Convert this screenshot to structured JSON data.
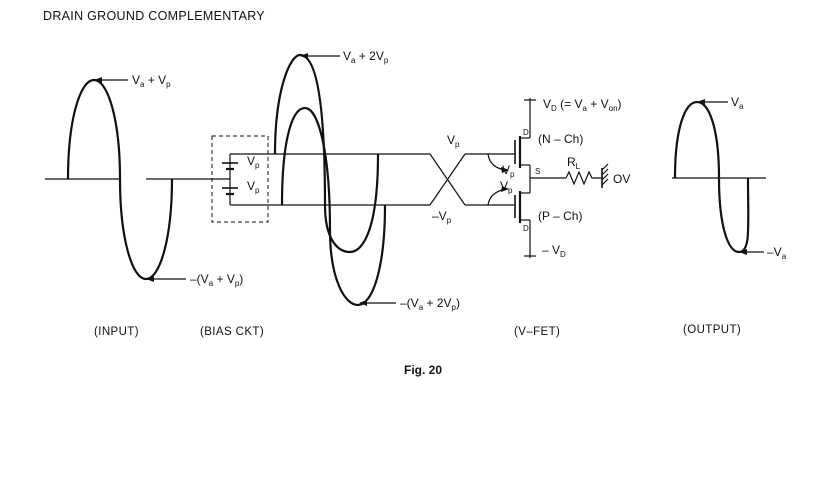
{
  "header": {
    "title": "DRAIN GROUND COMPLEMENTARY"
  },
  "caption": "Fig. 20",
  "sections": {
    "input": "(INPUT)",
    "bias": "(BIAS CKT)",
    "vfet": "(V–FET)",
    "output": "(OUTPUT)"
  },
  "labels": {
    "input_peak_pos": {
      "main": "V",
      "sub1": "a",
      "mid": " + V",
      "sub2": "p",
      "tail": ""
    },
    "input_peak_neg": {
      "main": "–(V",
      "sub1": "a",
      "mid": " + V",
      "sub2": "p",
      "tail": ")"
    },
    "bias_vp_top": {
      "main": "V",
      "sub1": "p"
    },
    "bias_vp_bottom": {
      "main": "V",
      "sub1": "p"
    },
    "mid_peak_pos": {
      "main": "V",
      "sub1": "a",
      "mid": " + 2V",
      "sub2": "p",
      "tail": ""
    },
    "mid_peak_neg": {
      "main": "–(V",
      "sub1": "a",
      "mid": " + 2V",
      "sub2": "p",
      "tail": ")"
    },
    "cross_vp_top": {
      "main": "V",
      "sub1": "p"
    },
    "cross_vp_bottom": {
      "main": "–V",
      "sub1": "p"
    },
    "gate_vp_top": {
      "main": "V",
      "sub1": "p"
    },
    "gate_vp_bottom": {
      "main": "V",
      "sub1": "p"
    },
    "vd_pos": {
      "main": "V",
      "sub1": "D",
      "mid": " (= V",
      "sub2": "a",
      "mid2": " + V",
      "sub3": "on",
      "tail": ")"
    },
    "vd_neg": {
      "main": "– V",
      "sub1": "D"
    },
    "n_ch": "(N – Ch)",
    "p_ch": "(P – Ch)",
    "drain_top": "D",
    "drain_bottom": "D",
    "source": "S",
    "rl": {
      "main": "R",
      "sub1": "L"
    },
    "ov": "OV",
    "out_peak_pos": {
      "main": "V",
      "sub1": "a"
    },
    "out_peak_neg": {
      "main": "–V",
      "sub1": "a"
    }
  }
}
